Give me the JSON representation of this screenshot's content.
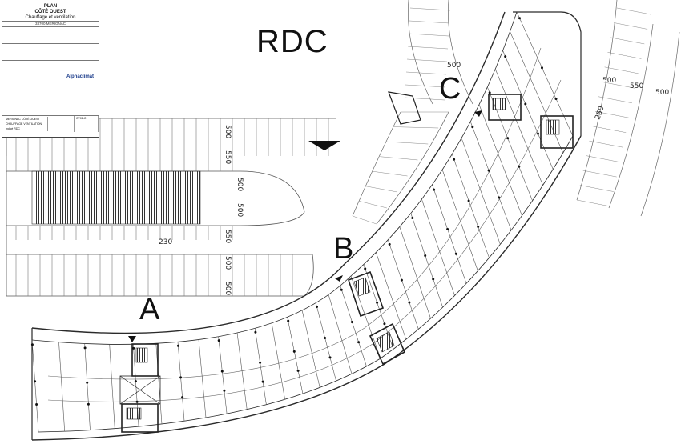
{
  "plan_title": "RDC",
  "stair_labels": [
    "A",
    "B",
    "C"
  ],
  "dimensions": {
    "d500_left_1": "500",
    "d550_left_1": "550",
    "d500_left_2": "500",
    "d500_left_3": "500",
    "d550_left_2": "550",
    "d500_left_4": "500",
    "d500_left_5": "500",
    "d230": "230",
    "d500_top": "500",
    "d500_right": "500",
    "d550_right": "550",
    "d500_right_2": "500",
    "d250": "250"
  },
  "title_block": {
    "line1": "PLAN",
    "line2": "CÔTÉ OUEST",
    "line3": "Chauffage et ventilation",
    "line4": "33700 MERIGNAC",
    "logo": "Alphaclimat",
    "project": "MERIGNAC CÔTÉ OUEST",
    "subject": "CHAUFFAGE VENTILATION",
    "level": "Indicé RDC",
    "ref": "CV01-C"
  },
  "colors": {
    "line": "#2a2a2a",
    "hatch": "#333333",
    "light": "#8a8a8a"
  }
}
